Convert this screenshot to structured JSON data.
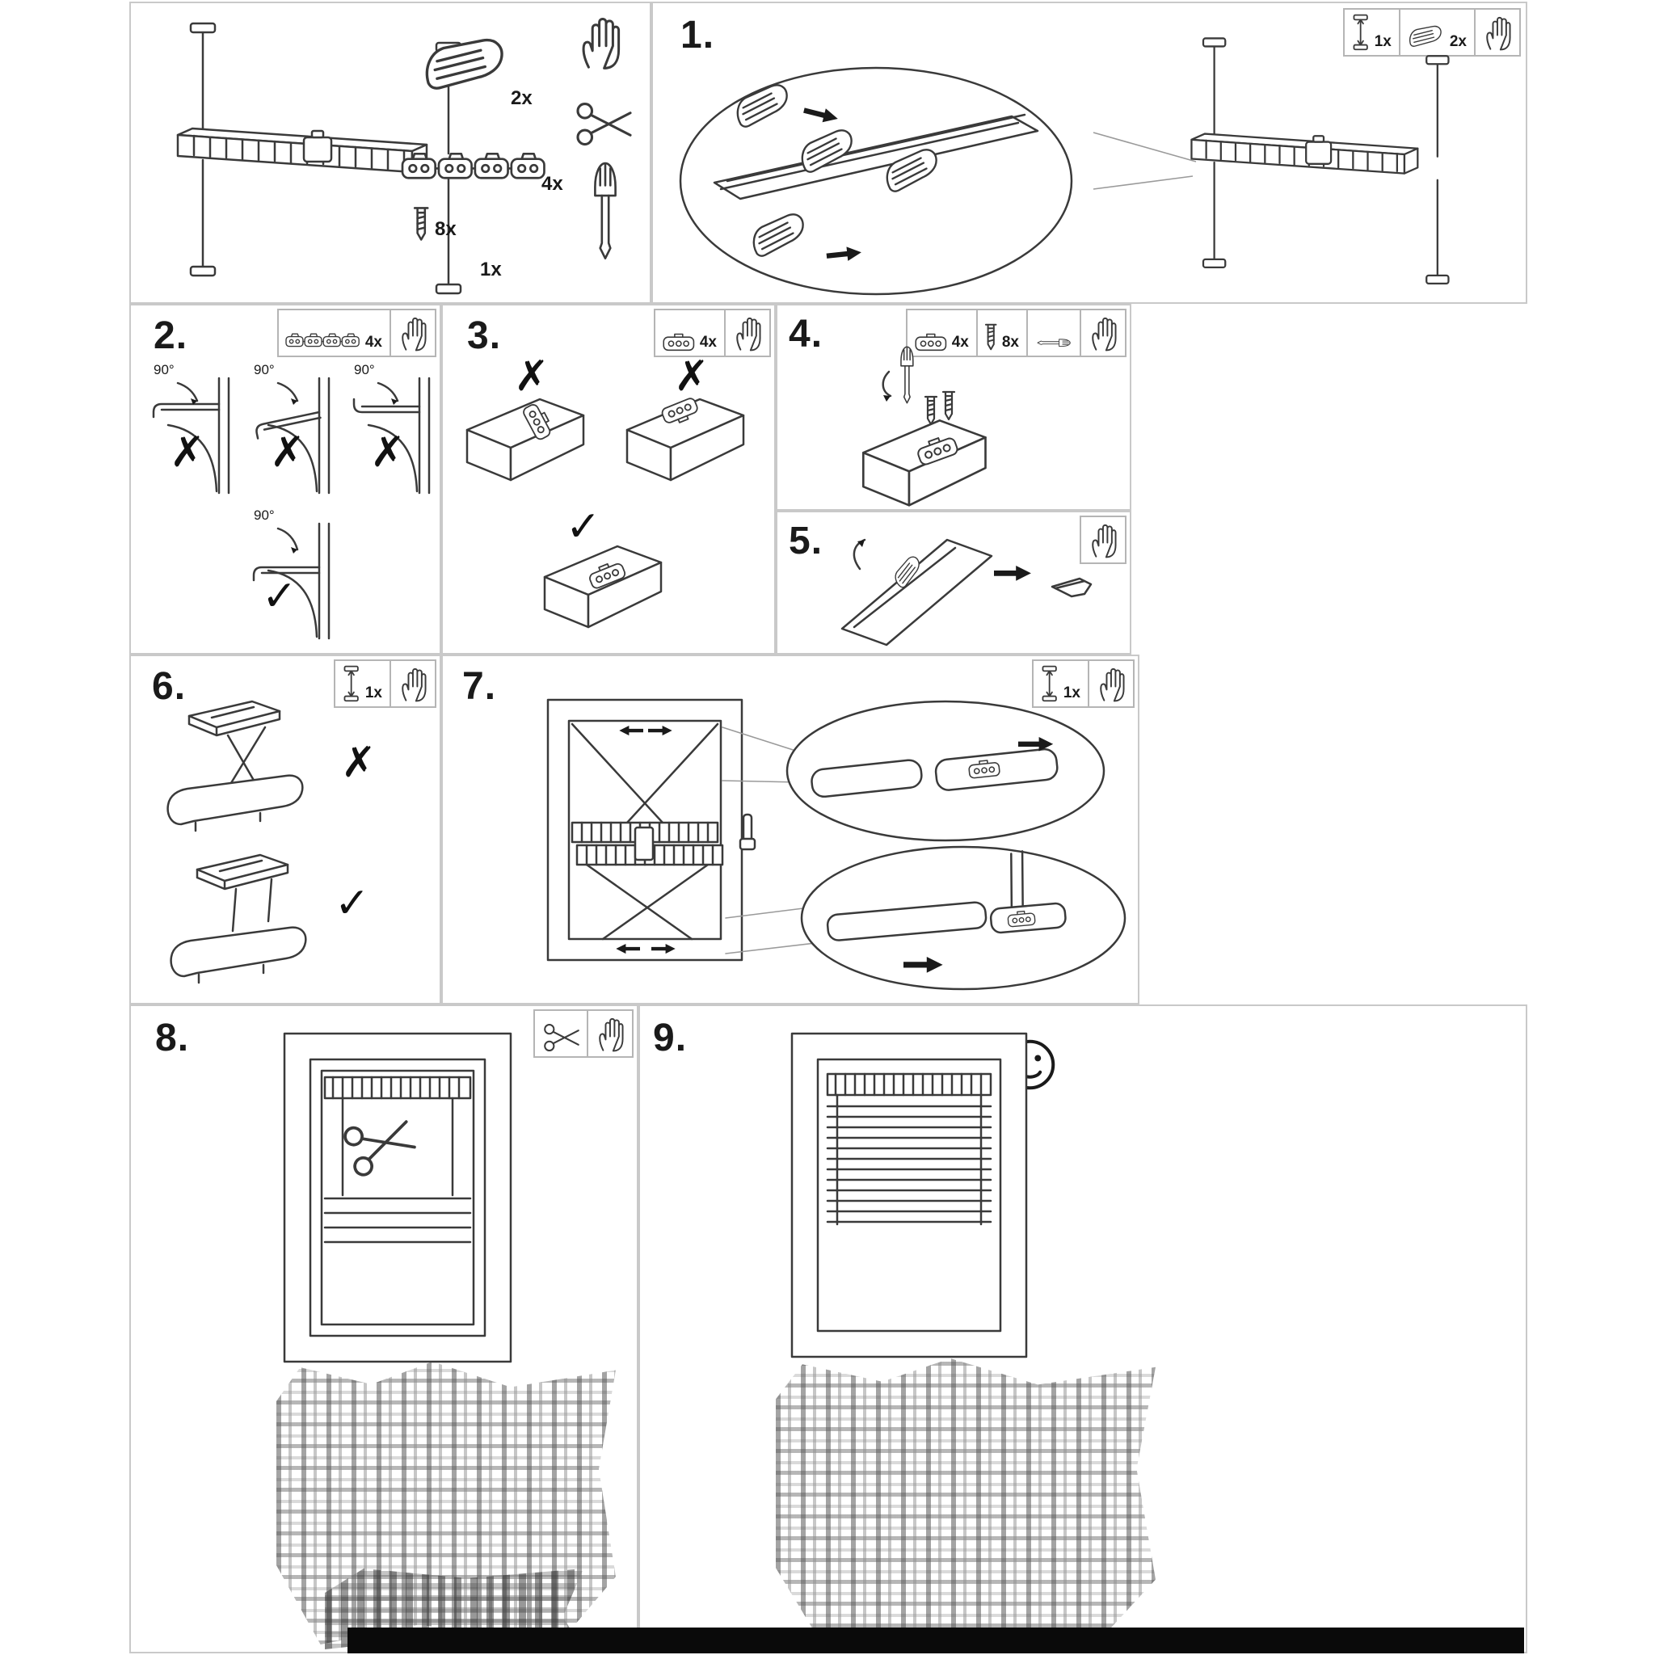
{
  "document": {
    "type": "assembly-instruction-sheet"
  },
  "marks": {
    "cross": "✗",
    "check": "✓"
  },
  "labels": {
    "angle": "90°"
  },
  "icons": {
    "hand": "✋",
    "scissors": "✂",
    "screwdriver": "screwdriver",
    "smiley": "☺"
  },
  "parts": {
    "rail_assembly_qty": "1x",
    "clip_qty": "2x",
    "bracket_qty": "4x",
    "screw_qty": "8x"
  },
  "steps": {
    "s1": {
      "label": "1.",
      "rail_qty": "1x",
      "clip_qty": "2x"
    },
    "s2": {
      "label": "2.",
      "bracket_qty": "4x"
    },
    "s3": {
      "label": "3.",
      "bracket_qty": "4x"
    },
    "s4": {
      "label": "4.",
      "bracket_qty": "4x",
      "screw_qty": "8x"
    },
    "s5": {
      "label": "5."
    },
    "s6": {
      "label": "6.",
      "rail_qty": "1x"
    },
    "s7": {
      "label": "7.",
      "rail_qty": "1x"
    },
    "s8": {
      "label": "8."
    },
    "s9": {
      "label": "9."
    }
  }
}
